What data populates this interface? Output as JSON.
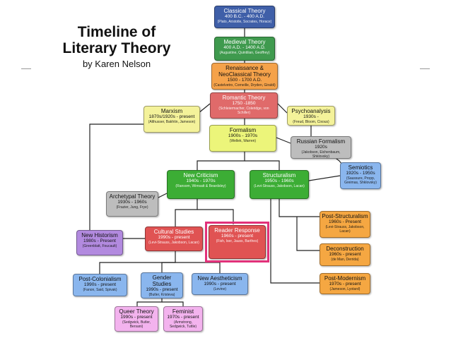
{
  "header": {
    "title_line1": "Timeline of",
    "title_line2": "Literary Theory",
    "author": "by Karen Nelson"
  },
  "nodes": [
    {
      "name": "Classical Theory",
      "dates": "400 B.C. - 400 A.D.",
      "people": "(Plato, Aristotle, Socrates, Horace)",
      "color": "#3f5fa8"
    },
    {
      "name": "Medieval Theory",
      "dates": "400 A.D. - 1400 A.D.",
      "people": "(Augustine, Quintilian, Geoffrey)",
      "color": "#3f9a4e"
    },
    {
      "name": "Renaissance & NeoClassical Theory",
      "dates": "1500 - 1700 A.D.",
      "people": "(Castelvetro, Corneille, Dryden, Giraldi)",
      "color": "#f5a24a"
    },
    {
      "name": "Romantic Theory",
      "dates": "1750 -1850",
      "people": "(Schleiermacher, Coleridge, von Schiller)",
      "color": "#e06a6a"
    },
    {
      "name": "Marxism",
      "dates": "1870s/1920s - present",
      "people": "(Althusser, Bakhtin, Jameson)",
      "color": "#f4f29a"
    },
    {
      "name": "Psychoanalysis",
      "dates": "1930s -",
      "people": "(Freud, Bloom, Cixous)",
      "color": "#f4f29a"
    },
    {
      "name": "Formalism",
      "dates": "1900s - 1970s",
      "people": "(Wellek, Warren)",
      "color": "#ecf57a"
    },
    {
      "name": "Russian Formalism",
      "dates": "1920s",
      "people": "(Jakobson, Eichenbaum, Shklovsky)",
      "color": "#bdbdbd"
    },
    {
      "name": "Semiotics",
      "dates": "1920s - 1950s",
      "people": "(Saussure, Propp, Greimas, Shklovsky)",
      "color": "#8ab6ee"
    },
    {
      "name": "New Criticism",
      "dates": "1940s - 1970s",
      "people": "(Ransom, Wimsatt & Beardsley)",
      "color": "#3cad35"
    },
    {
      "name": "Structuralism",
      "dates": "1950s - 1960s",
      "people": "(Levi-Strauss, Jakobson, Lacan)",
      "color": "#3cad35"
    },
    {
      "name": "Archetypal Theory",
      "dates": "1930s - 1960s",
      "people": "(Frazier, Jung, Frye)",
      "color": "#bdbdbd"
    },
    {
      "name": "Post-Structuralism",
      "dates": "1960s - Present",
      "people": "(Levi-Strauss, Jakobson, Lacan)",
      "color": "#f5a742"
    },
    {
      "name": "New Historism",
      "dates": "1980s - Present",
      "people": "(Greenblatt, Foucault)",
      "color": "#b28adf"
    },
    {
      "name": "Cultural Studies",
      "dates": "1990s - present",
      "people": "(Levi-Strauss, Jakobson, Lacan)",
      "color": "#e05353"
    },
    {
      "name": "Reader Response",
      "dates": "1960s - present",
      "people": "(Fish, Iser, Jauss, Barthes)",
      "color": "#e05353"
    },
    {
      "name": "Deconstruction",
      "dates": "1960s - present",
      "people": "(de Man, Derrida)",
      "color": "#f5a742"
    },
    {
      "name": "Post-Modernism",
      "dates": "1970s - present",
      "people": "(Jameson, Lyotard)",
      "color": "#f5a742"
    },
    {
      "name": "Post-Colonialism",
      "dates": "1990s - present",
      "people": "(Fanon, Said, Spivak)",
      "color": "#8ab6ee"
    },
    {
      "name": "Gender Studies",
      "dates": "1990s - present",
      "people": "(Butler, Kristeva)",
      "color": "#8ab6ee"
    },
    {
      "name": "New Aestheticism",
      "dates": "1990s - present",
      "people": "(Levine)",
      "color": "#8ab6ee"
    },
    {
      "name": "Queer Theory",
      "dates": "1990s - present",
      "people": "(Sedgwick, Butler, Bersani)",
      "color": "#f3b3ee"
    },
    {
      "name": "Feminist",
      "dates": "1970s - present",
      "people": "(Armstrong, Sedgwick, Tuttle)",
      "color": "#f3b3ee"
    }
  ],
  "highlight_color": "#e2317a"
}
